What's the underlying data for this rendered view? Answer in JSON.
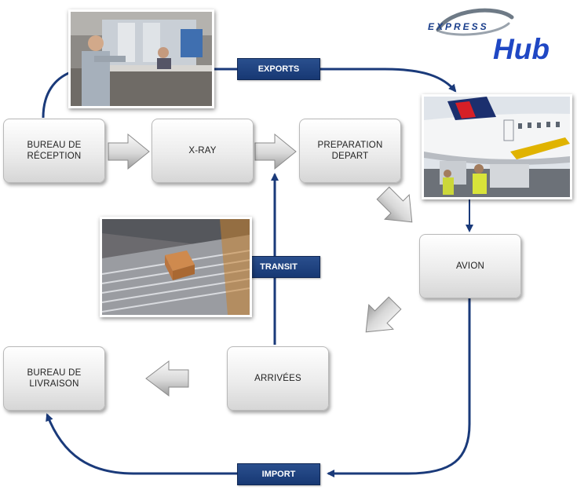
{
  "logo": {
    "line1": "EXPRESS",
    "line2": "Hub"
  },
  "nodes": {
    "bureau_reception": "BUREAU DE\nRÉCEPTION",
    "xray": "X-RAY",
    "preparation": "PREPARATION\nDEPART",
    "avion": "AVION",
    "arrivees": "ARRIVÉES",
    "bureau_livraison": "BUREAU DE\nLIVRAISON"
  },
  "tags": {
    "exports": "EXPORTS",
    "transit": "TRANSIT",
    "import": "IMPORT"
  },
  "colors": {
    "flow_line": "#1a3a7a",
    "tag_bg": "#1f4282",
    "logo_blue": "#1f47c4"
  },
  "icons": {
    "photos": [
      "reception-desk-photo",
      "airplane-loading-photo",
      "conveyor-parcel-photo"
    ],
    "arrows": [
      "gray-block-arrow"
    ]
  }
}
